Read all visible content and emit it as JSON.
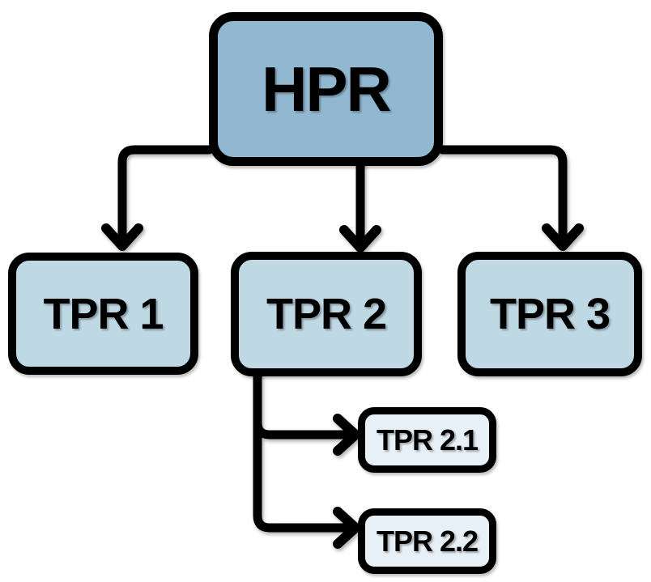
{
  "page": {
    "type": "hierarchy-diagram",
    "background": "#ffffff"
  },
  "diagram": {
    "type": "tree",
    "root": {
      "id": "hpr",
      "label": "HPR",
      "fill": "#92b8d1"
    },
    "children": [
      {
        "id": "tpr1",
        "label": "TPR 1",
        "fill": "#bed8e4",
        "children": []
      },
      {
        "id": "tpr2",
        "label": "TPR 2",
        "fill": "#bed8e4",
        "children": [
          {
            "id": "tpr21",
            "label": "TPR 2.1",
            "fill": "#e7f0f6"
          },
          {
            "id": "tpr22",
            "label": "TPR 2.2",
            "fill": "#e7f0f6"
          }
        ]
      },
      {
        "id": "tpr3",
        "label": "TPR 3",
        "fill": "#bed8e4",
        "children": []
      }
    ],
    "edges": [
      {
        "from": "HPR",
        "to": "TPR 1"
      },
      {
        "from": "HPR",
        "to": "TPR 2"
      },
      {
        "from": "HPR",
        "to": "TPR 3"
      },
      {
        "from": "TPR 2",
        "to": "TPR 2.1"
      },
      {
        "from": "TPR 2",
        "to": "TPR 2.2"
      }
    ],
    "colors": {
      "outline": "#000000",
      "root_fill": "#92b8d1",
      "child_fill": "#bed8e4",
      "grandchild_fill": "#e7f0f6"
    }
  }
}
